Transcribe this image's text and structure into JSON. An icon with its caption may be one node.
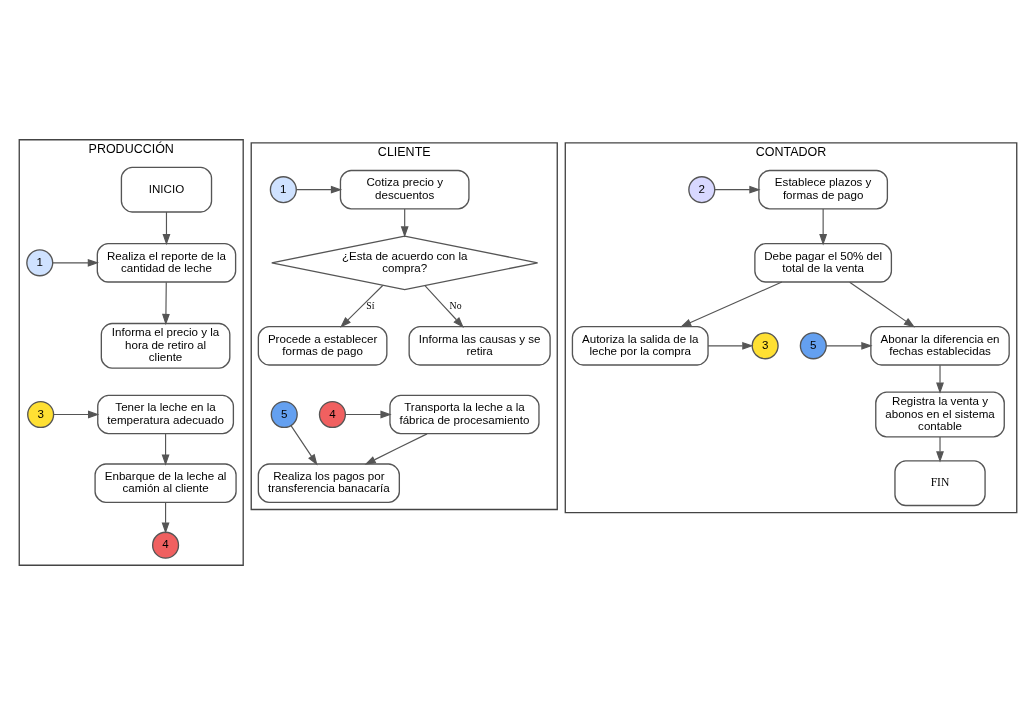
{
  "diagram": {
    "nodes": [
      {
        "text": [
          "PRODUCCIÓN"
        ]
      },
      {
        "text": [
          "INICIO"
        ],
        "in": 0
      },
      {
        "text": [
          "1"
        ],
        "in": 0
      },
      {
        "text": [
          "Realiza el reporte de la cantidad de leche"
        ],
        "in": 0
      },
      {
        "text": [
          "Informa el precio y la hora de retiro al cliente"
        ],
        "in": 0
      },
      {
        "text": [
          "Tener la leche en la temperatura adecuado"
        ],
        "in": 0
      },
      {
        "text": [
          "3"
        ],
        "in": 0
      },
      {
        "text": [
          "Enbarque de la leche al camión al cliente"
        ],
        "in": 0
      },
      {
        "text": [
          "4"
        ],
        "in": 0
      },
      {
        "text": [
          "CLIENTE"
        ]
      },
      {
        "text": [
          "1"
        ],
        "in": 9
      },
      {
        "text": [
          "Cotiza precio y descuentos"
        ],
        "in": 9
      },
      {
        "text": [
          "¿Esta de acuerdo con la compra?"
        ],
        "in": 9
      },
      {
        "text": [
          "Procede a establecer formas de pago"
        ],
        "in": 9
      },
      {
        "text": [
          "Informa las causas y se retira"
        ],
        "in": 9
      },
      {
        "text": [
          "4"
        ],
        "in": 9
      },
      {
        "text": [
          "Transporta la leche a la fábrica de procesamiento"
        ],
        "in": 9
      },
      {
        "text": [
          "Realiza los pagos por transferencia banacaría"
        ],
        "in": 9
      },
      {
        "text": [
          "5"
        ],
        "in": 9
      },
      {
        "text": [
          "CONTADOR"
        ]
      },
      {
        "text": [
          "2"
        ],
        "in": 19
      },
      {
        "text": [
          "Establece plazos y formas de pago"
        ],
        "in": 19
      },
      {
        "text": [
          "Debe pagar el 50% del total de la venta"
        ],
        "in": 19
      },
      {
        "text": [
          "3"
        ],
        "in": 19
      },
      {
        "text": [
          "Autoriza la salida de la leche por la compra"
        ],
        "in": 19
      },
      {
        "text": [
          "5"
        ],
        "in": 19
      },
      {
        "text": [
          "Abonar la diferencia en fechas establecidas"
        ],
        "in": 19
      },
      {
        "text": [
          "Registra la venta y abonos en el sistema contable"
        ],
        "in": 19
      },
      {
        "text": [
          "FIN"
        ],
        "in": 19
      }
    ],
    "edges": [
      {
        "from": 1,
        "to": 3,
        "arrow": "to"
      },
      {
        "from": 2,
        "to": 3,
        "arrow": "to"
      },
      {
        "from": 3,
        "to": 4,
        "arrow": "to"
      },
      {
        "from": 6,
        "to": 5,
        "arrow": "to"
      },
      {
        "from": 5,
        "to": 7,
        "arrow": "to"
      },
      {
        "from": 7,
        "to": 8,
        "arrow": "to"
      },
      {
        "from": 10,
        "to": 11,
        "arrow": "to"
      },
      {
        "from": 11,
        "to": 12,
        "arrow": "to"
      },
      {
        "from": 12,
        "to": 13,
        "arrow": "to",
        "label": "Sí"
      },
      {
        "from": 12,
        "to": 14,
        "arrow": "to",
        "label": "No"
      },
      {
        "from": 15,
        "to": 16,
        "arrow": "to"
      },
      {
        "from": 16,
        "to": 17,
        "arrow": "to"
      },
      {
        "from": 18,
        "to": 17,
        "arrow": "to"
      },
      {
        "from": 20,
        "to": 21,
        "arrow": "to"
      },
      {
        "from": 21,
        "to": 22,
        "arrow": "to"
      },
      {
        "from": 22,
        "to": 24,
        "arrow": "to"
      },
      {
        "from": 24,
        "to": 23,
        "arrow": "to"
      },
      {
        "from": 22,
        "to": 26,
        "arrow": "to"
      },
      {
        "from": 25,
        "to": 26,
        "arrow": "to"
      },
      {
        "from": 26,
        "to": 27,
        "arrow": "to"
      },
      {
        "from": 27,
        "to": 28,
        "arrow": "to"
      }
    ]
  }
}
